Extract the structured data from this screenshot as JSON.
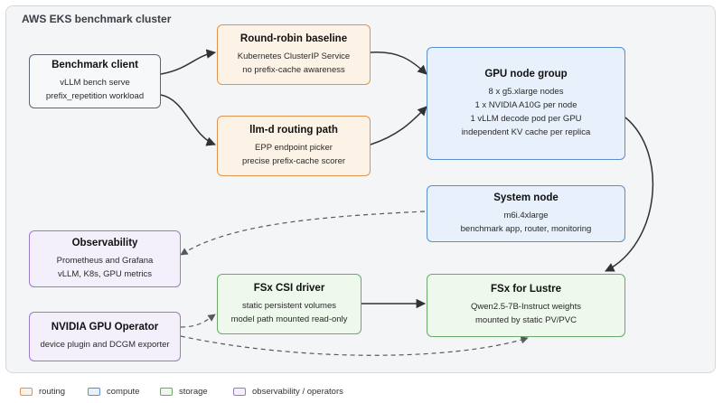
{
  "cluster": {
    "title": "AWS EKS benchmark cluster"
  },
  "nodes": {
    "client": {
      "title": "Benchmark client",
      "lines": [
        "vLLM bench serve",
        "prefix_repetition workload"
      ]
    },
    "round_robin": {
      "title": "Round-robin baseline",
      "lines": [
        "Kubernetes ClusterIP Service",
        "no prefix-cache awareness"
      ]
    },
    "llmd": {
      "title": "llm-d routing path",
      "lines": [
        "EPP endpoint picker",
        "precise prefix-cache scorer"
      ]
    },
    "gpu": {
      "title": "GPU node group",
      "lines": [
        "8 x g5.xlarge nodes",
        "1 x NVIDIA A10G per node",
        "1 vLLM decode pod per GPU",
        "independent KV cache per replica"
      ]
    },
    "system": {
      "title": "System node",
      "lines": [
        "m6i.4xlarge",
        "benchmark app, router, monitoring"
      ]
    },
    "observability": {
      "title": "Observability",
      "lines": [
        "Prometheus and Grafana",
        "vLLM, K8s, GPU metrics"
      ]
    },
    "fsx_csi": {
      "title": "FSx CSI driver",
      "lines": [
        "static persistent volumes",
        "model path mounted read-only"
      ]
    },
    "fsx_lustre": {
      "title": "FSx for Lustre",
      "lines": [
        "Qwen2.5-7B-Instruct weights",
        "mounted by static PV/PVC"
      ]
    },
    "gpu_operator": {
      "title": "NVIDIA GPU Operator",
      "lines": [
        "device plugin and DCGM exporter"
      ]
    }
  },
  "legend": [
    {
      "label": "routing",
      "color": "#e0934e",
      "fill": "#fdf2e6"
    },
    {
      "label": "compute",
      "color": "#5a8fc9",
      "fill": "#e7f0fb"
    },
    {
      "label": "storage",
      "color": "#6aa968",
      "fill": "#eef8ec"
    },
    {
      "label": "observability / operators",
      "color": "#9a79cf",
      "fill": "#f3effb"
    }
  ]
}
